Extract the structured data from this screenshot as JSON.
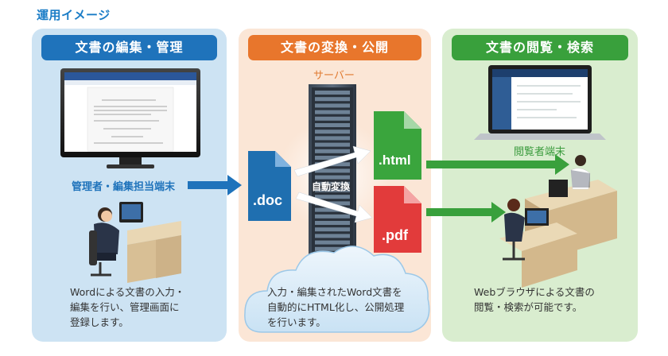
{
  "header": {
    "title": "運用イメージ"
  },
  "panels": {
    "edit": {
      "title": "文書の編集・管理",
      "terminal_label": "管理者・編集担当端末",
      "description": [
        "Wordによる文書の入力・",
        "編集を行い、管理画面に",
        "登録します。"
      ]
    },
    "server": {
      "title": "文書の変換・公開",
      "server_label": "サーバー",
      "convert_label": "自動変換",
      "description": [
        "入力・編集されたWord文書を",
        "自動的にHTML化し、公開処理",
        "を行います。"
      ]
    },
    "view": {
      "title": "文書の閲覧・検索",
      "terminal_label": "閲覧者端末",
      "description": [
        "Webブラウザによる文書の",
        "閲覧・検索が可能です。"
      ]
    }
  },
  "files": {
    "doc": ".doc",
    "html": ".html",
    "pdf": ".pdf"
  },
  "colors": {
    "blue": "#1f73bb",
    "orange": "#e8762c",
    "green": "#39a03c",
    "red": "#e23b3b"
  }
}
